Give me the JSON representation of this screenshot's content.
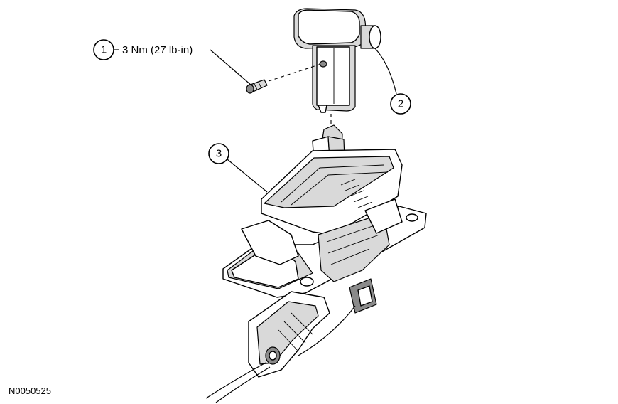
{
  "callouts": [
    {
      "number": "1",
      "label": "3 Nm (27 lb-in)"
    },
    {
      "number": "2"
    },
    {
      "number": "3"
    }
  ],
  "figure_ref": "N0050525"
}
